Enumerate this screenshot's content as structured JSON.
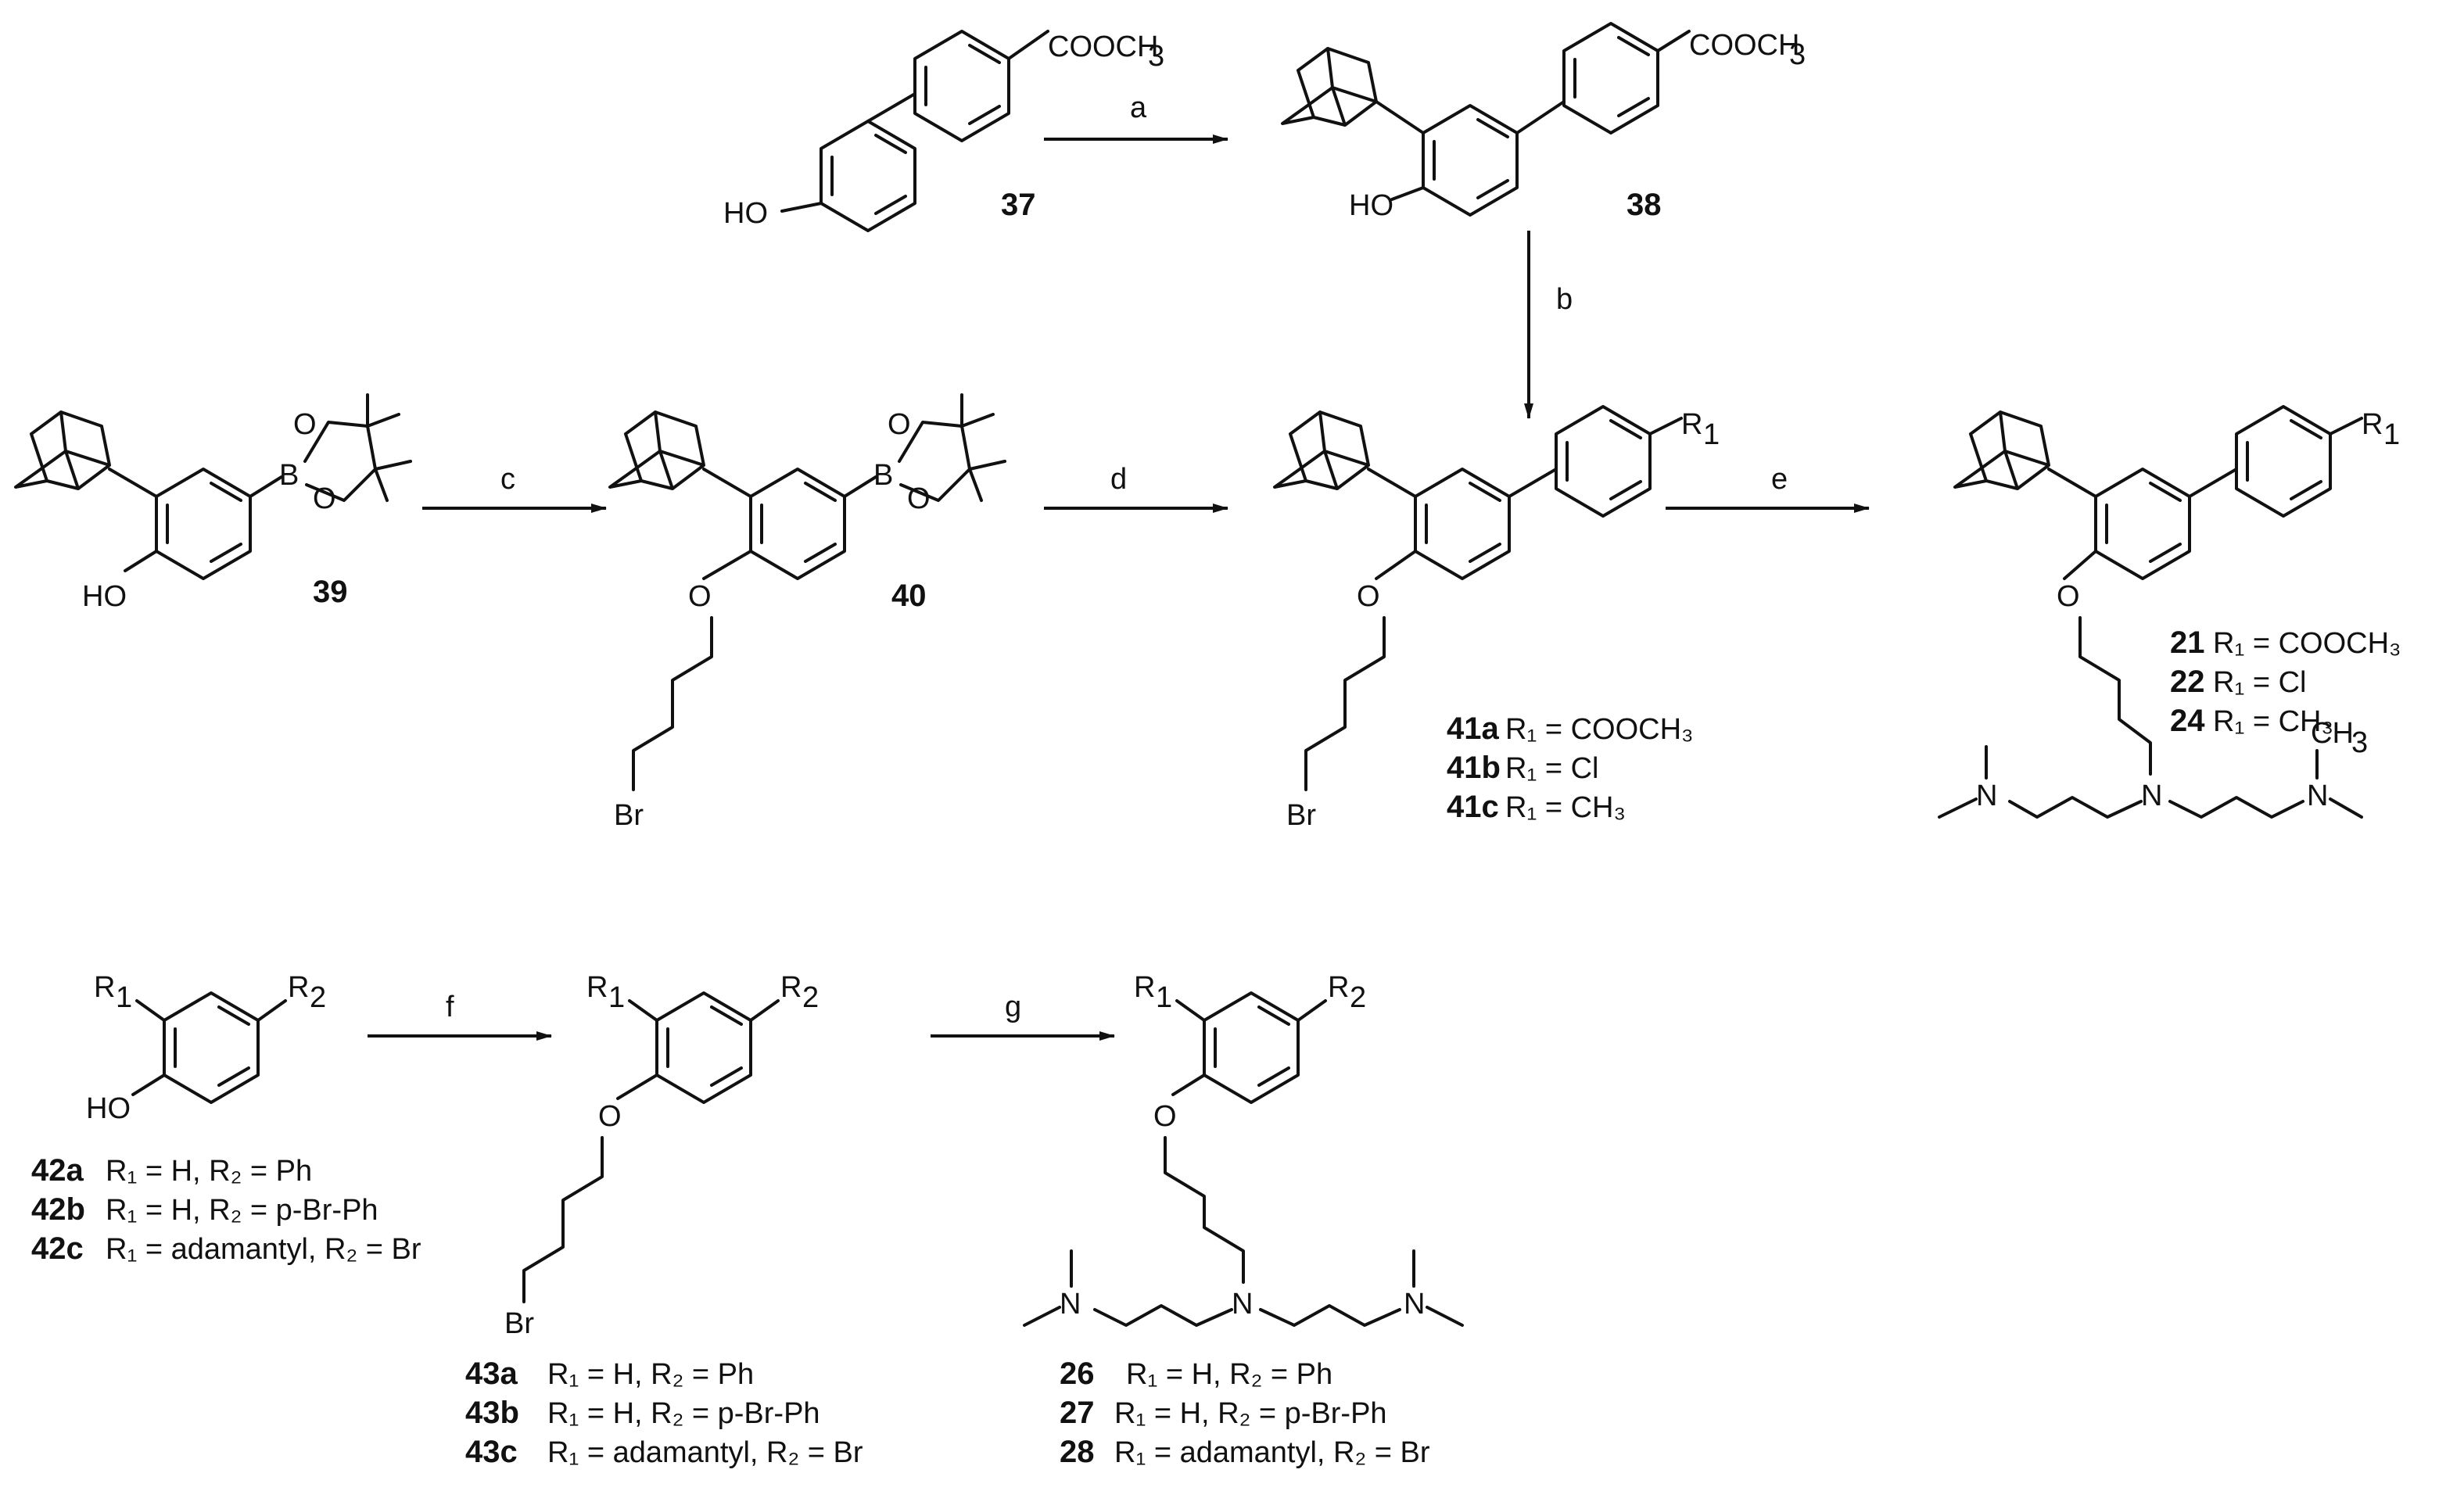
{
  "reagent_labels": {
    "a": "a",
    "b": "b",
    "c": "c",
    "d": "d",
    "e": "e",
    "f": "f",
    "g": "g"
  },
  "compounds": {
    "c37": "37",
    "c38": "38",
    "c39": "39",
    "c40": "40"
  },
  "atoms": {
    "cooch3": "COOCH",
    "sub3": "3",
    "ho": "HO",
    "o": "O",
    "b": "B",
    "br": "Br",
    "r": "R",
    "one": "1",
    "two": "2",
    "n": "N",
    "ch": "CH"
  },
  "series_41": [
    {
      "id": "41a",
      "text": "R₁ = COOCH₃"
    },
    {
      "id": "41b",
      "text": "R₁ = Cl"
    },
    {
      "id": "41c",
      "text": "R₁ = CH₃"
    }
  ],
  "series_final": [
    {
      "id": "21",
      "text": "R₁ = COOCH₃"
    },
    {
      "id": "22",
      "text": "R₁ = Cl"
    },
    {
      "id": "24",
      "text": "R₁ = CH₃"
    }
  ],
  "series_42": [
    {
      "id": "42a",
      "text": "R₁ = H, R₂ = Ph"
    },
    {
      "id": "42b",
      "text": "R₁ = H, R₂ = p-Br-Ph"
    },
    {
      "id": "42c",
      "text": "R₁ = adamantyl, R₂ = Br"
    }
  ],
  "series_43": [
    {
      "id": "43a",
      "text": "R₁ = H, R₂ = Ph"
    },
    {
      "id": "43b",
      "text": "R₁ = H, R₂ = p-Br-Ph"
    },
    {
      "id": "43c",
      "text": "R₁ = adamantyl, R₂ = Br"
    }
  ],
  "series_26": [
    {
      "id": "26",
      "text": "R₁ = H, R₂ = Ph"
    },
    {
      "id": "27",
      "text": "R₁ = H, R₂ = p-Br-Ph"
    },
    {
      "id": "28",
      "text": "R₁ = adamantyl, R₂ = Br"
    }
  ]
}
